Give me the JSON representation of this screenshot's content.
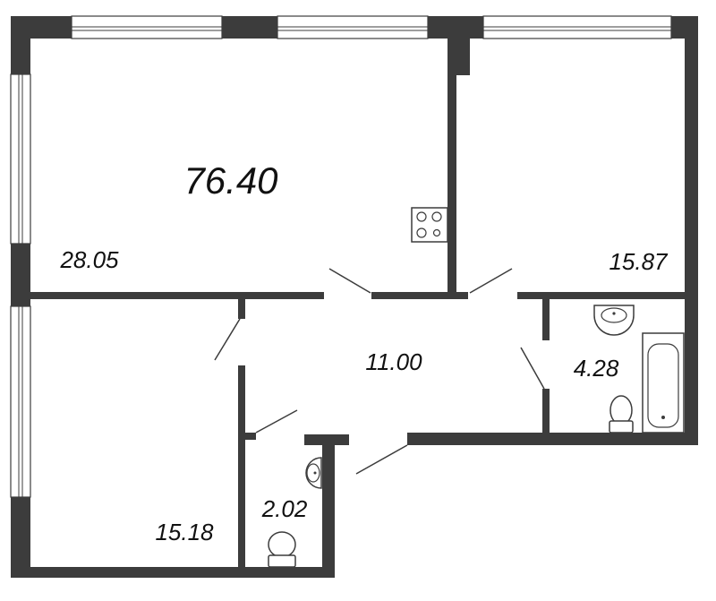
{
  "plan": {
    "total_area": "76.40",
    "rooms": {
      "living_kitchen": "28.05",
      "bedroom_right": "15.87",
      "bedroom_left": "15.18",
      "hallway": "11.00",
      "bathroom": "4.28",
      "toilet": "2.02"
    }
  },
  "colors": {
    "wall": "#3c3c3c",
    "background": "#ffffff"
  },
  "icons": [
    "stove-icon",
    "sink-icon",
    "toilet-icon",
    "bathtub-icon"
  ]
}
